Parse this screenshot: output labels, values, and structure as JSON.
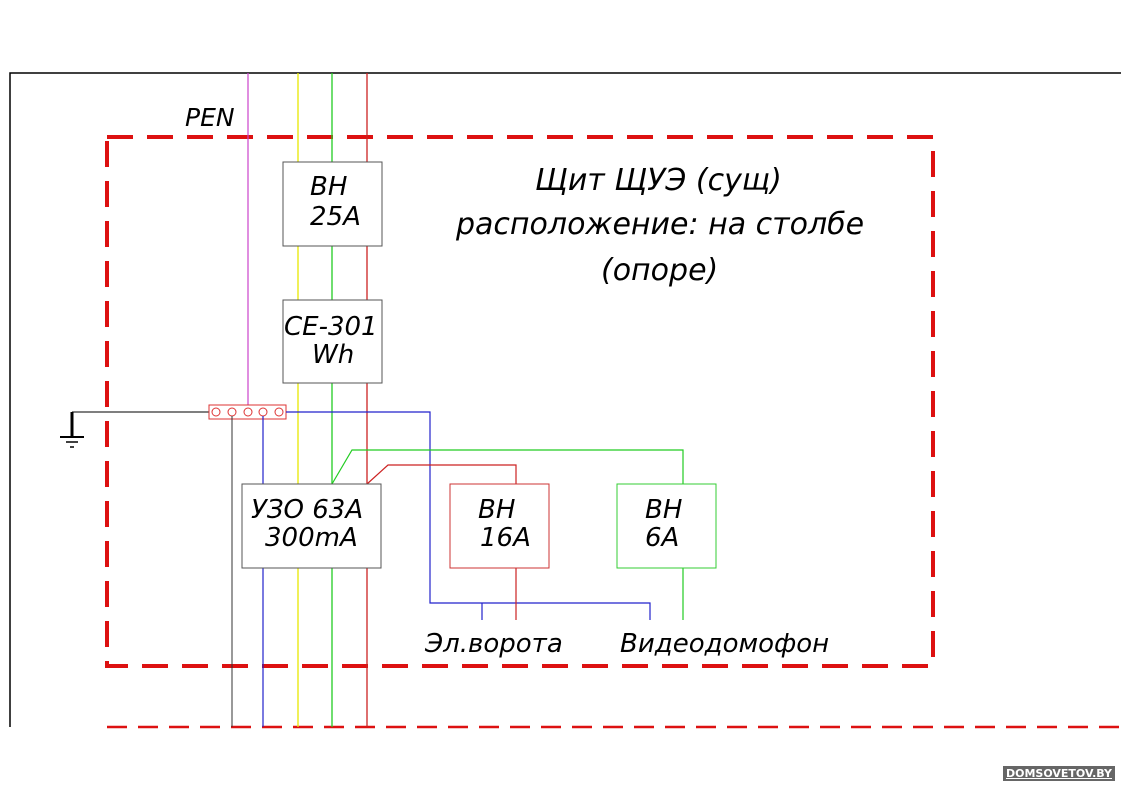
{
  "labels": {
    "pen": "PEN",
    "title_line1": "Щит ЩУЭ (сущ)",
    "title_line2": "расположение: на столбе",
    "title_line3": "(опоре)",
    "breaker_main_l1": "ВН",
    "breaker_main_l2": "25A",
    "meter_l1": "CE-301",
    "meter_l2": "Wh",
    "rcd_l1": "УЗО 63А",
    "rcd_l2": "300mA",
    "breaker_16_l1": "ВН",
    "breaker_16_l2": "16А",
    "breaker_6_l1": "ВН",
    "breaker_6_l2": "6А",
    "load_gate": "Эл.ворота",
    "load_intercom": "Видеодомофон"
  },
  "wire_colors": {
    "pen": "#cc44cc",
    "phase_yellow": "#e8e800",
    "phase_green": "#22cc22",
    "phase_red": "#cc2222",
    "neutral_blue": "#2222cc",
    "earth_black": "#333333",
    "enclosure_dash": "#dd1111"
  },
  "watermark": "DOMSOVETOV.BY"
}
